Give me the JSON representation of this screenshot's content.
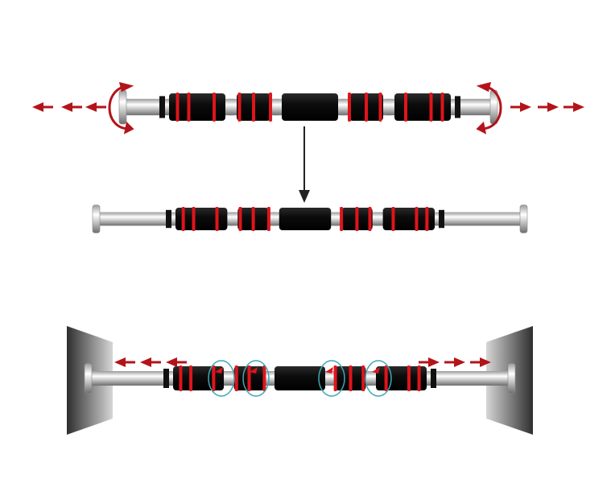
{
  "colors": {
    "grip": "#111111",
    "grip_ring": "#e0141b",
    "arrow": "#b3141a",
    "chrome_light": "#f4f4f4",
    "chrome_dark": "#8a8a8a",
    "wall_light": "#d8d8d8",
    "wall_dark": "#3a3a3a",
    "spiral": "#3fa7b5",
    "down_arrow": "#222222"
  },
  "panels": [
    {
      "name": "bar-twist-extend"
    },
    {
      "name": "bar-extended"
    },
    {
      "name": "bar-mounted-in-doorway"
    }
  ]
}
